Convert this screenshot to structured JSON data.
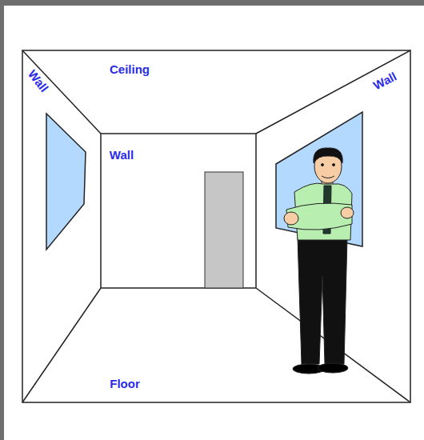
{
  "diagram": {
    "labels": [
      "Wall",
      "Ceiling",
      "Wall",
      "Wall",
      "Floor"
    ]
  }
}
